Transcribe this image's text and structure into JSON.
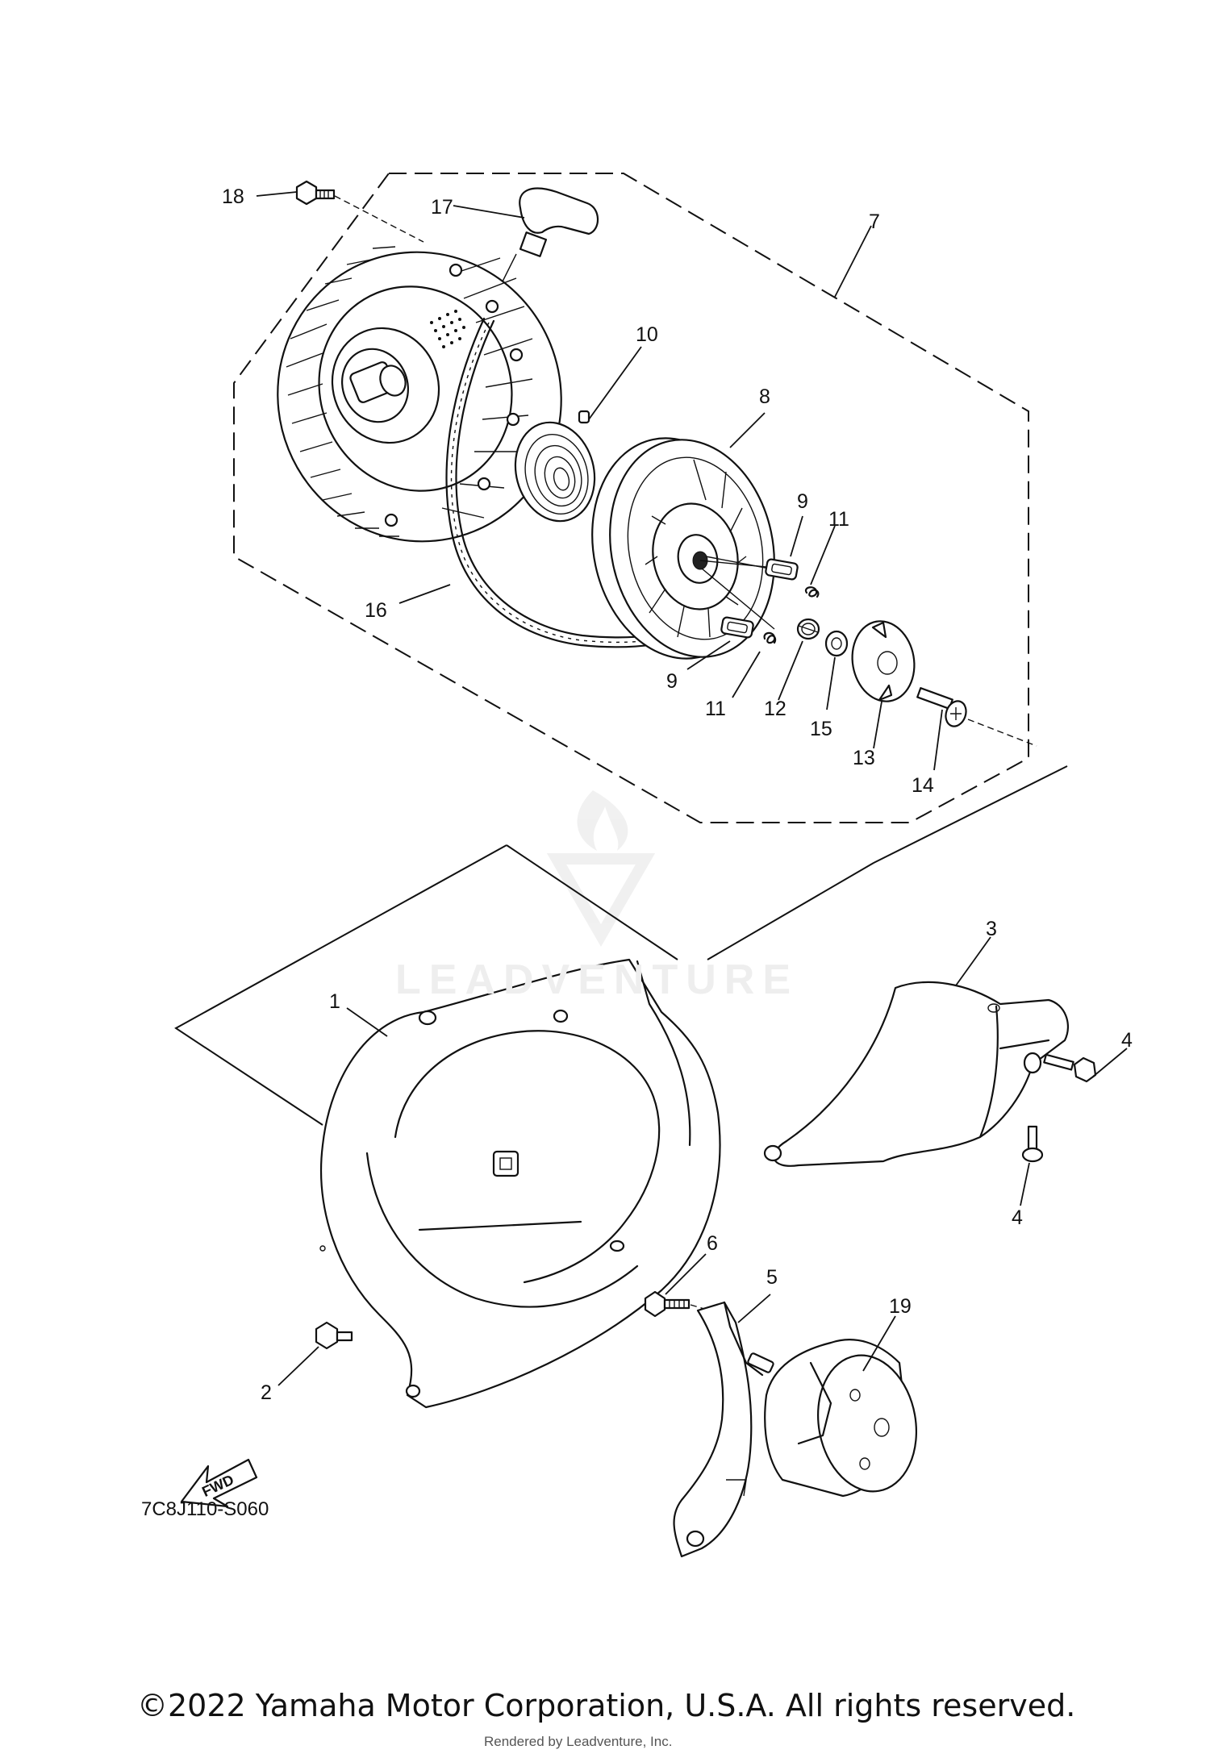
{
  "diagram": {
    "code": "7C8J110-S060",
    "copyright": "©2022 Yamaha Motor Corporation, U.S.A. All rights reserved.",
    "rendered_by": "Rendered by Leadventure, Inc.",
    "watermark": "LEADVENTURE",
    "fwd_label": "FWD"
  },
  "callouts": [
    "18",
    "17",
    "7",
    "10",
    "8",
    "9",
    "11",
    "16",
    "9",
    "11",
    "12",
    "15",
    "13",
    "14",
    "3",
    "4",
    "1",
    "4",
    "6",
    "5",
    "19",
    "2"
  ],
  "icons": {
    "fwd_arrow": "fwd-arrow-icon",
    "watermark_logo": "leadventure-logo-icon"
  }
}
